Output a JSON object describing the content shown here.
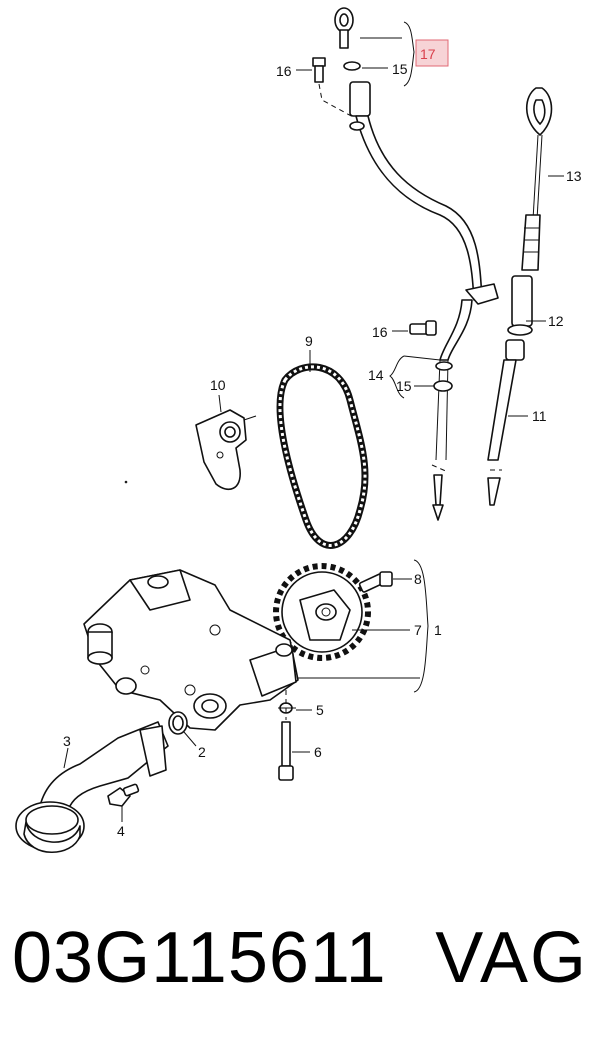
{
  "labels": {
    "l1": "1",
    "l2": "2",
    "l3": "3",
    "l4": "4",
    "l5": "5",
    "l6": "6",
    "l7": "7",
    "l8": "8",
    "l9": "9",
    "l10": "10",
    "l11": "11",
    "l12": "12",
    "l13": "13",
    "l14": "14",
    "l15a": "15",
    "l15b": "15",
    "l16a": "16",
    "l16b": "16",
    "l17": "17"
  },
  "highlight_color": "#e06a74",
  "footer": {
    "part_number": "03G115611",
    "brand": "VAG"
  }
}
